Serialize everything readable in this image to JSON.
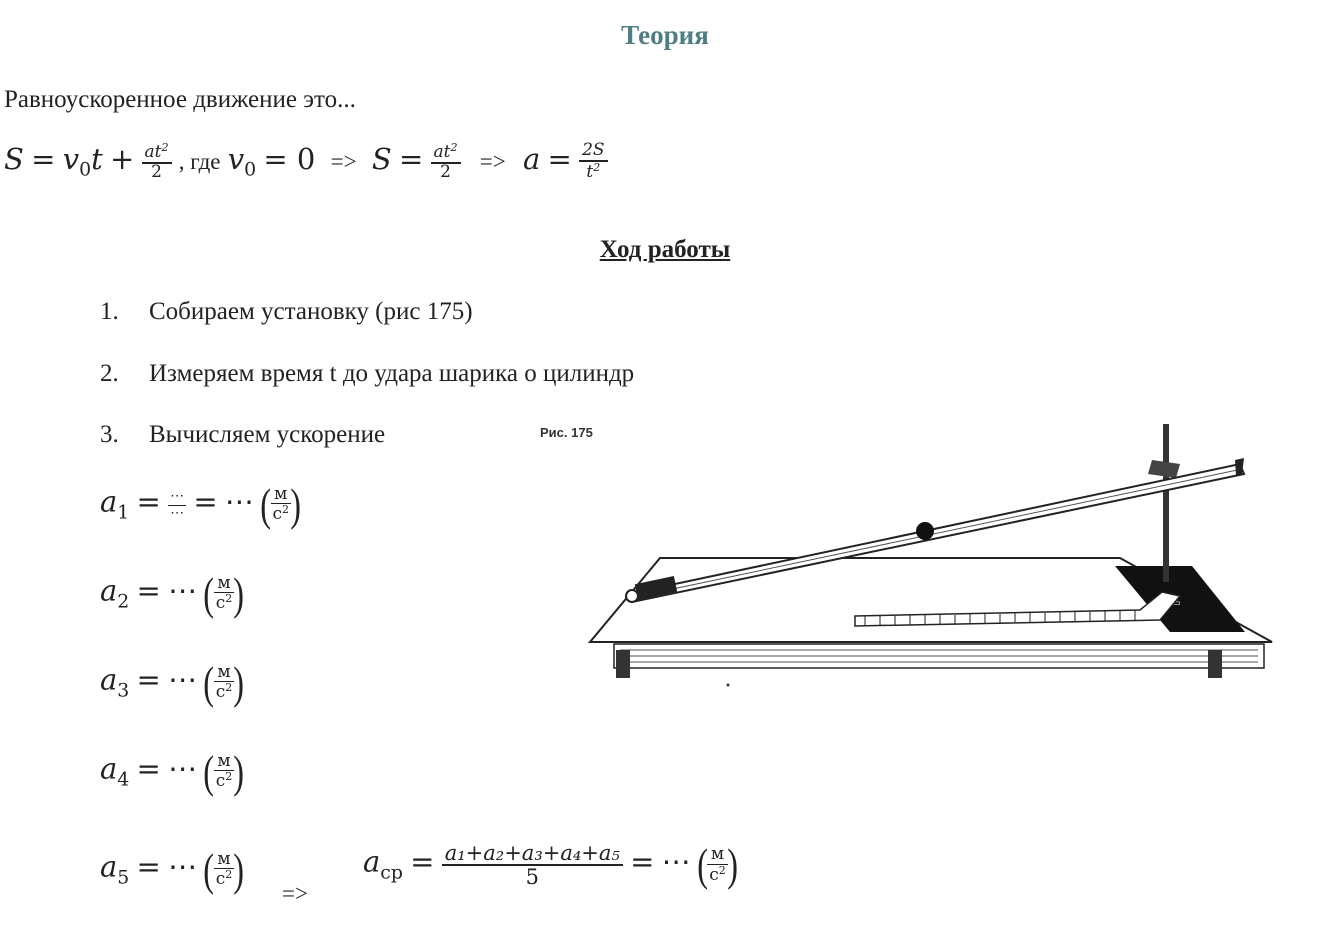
{
  "title": "Теория",
  "definition": "Равноускоренное движение это...",
  "theory_formula": {
    "s": "S",
    "eq": "=",
    "v0t": "v",
    "sub0": "0",
    "t": "t",
    "plus": "+",
    "frac_num": "at",
    "sup2": "2",
    "frac_den": "2",
    "where": ", где",
    "v0_zero": "= 0",
    "arrow": "=>",
    "a": "a",
    "frac2_num": "2S",
    "frac2_den_t": "t"
  },
  "section_heading": "Ход работы",
  "steps": [
    {
      "num": "1.",
      "text": "Собираем установку (рис 175)"
    },
    {
      "num": "2.",
      "text": "Измеряем время t до удара шарика о цилиндр"
    },
    {
      "num": "3.",
      "text": "Вычисляем ускорение"
    }
  ],
  "figure_caption": "Рис. 175",
  "accel_formulas": [
    {
      "var": "a",
      "sub": "1",
      "value": "⋯"
    },
    {
      "var": "a",
      "sub": "2",
      "value": "⋯"
    },
    {
      "var": "a",
      "sub": "3",
      "value": "⋯"
    },
    {
      "var": "a",
      "sub": "4",
      "value": "⋯"
    },
    {
      "var": "a",
      "sub": "5",
      "value": "⋯"
    }
  ],
  "frac_dots": "⋯",
  "unit_num": "м",
  "unit_den": "с",
  "unit_sup": "2",
  "arrow": "=>",
  "average": {
    "var": "a",
    "sub": "ср",
    "num": "a₁+a₂+a₃+a₄+a₅",
    "den": "5",
    "value": "⋯"
  }
}
